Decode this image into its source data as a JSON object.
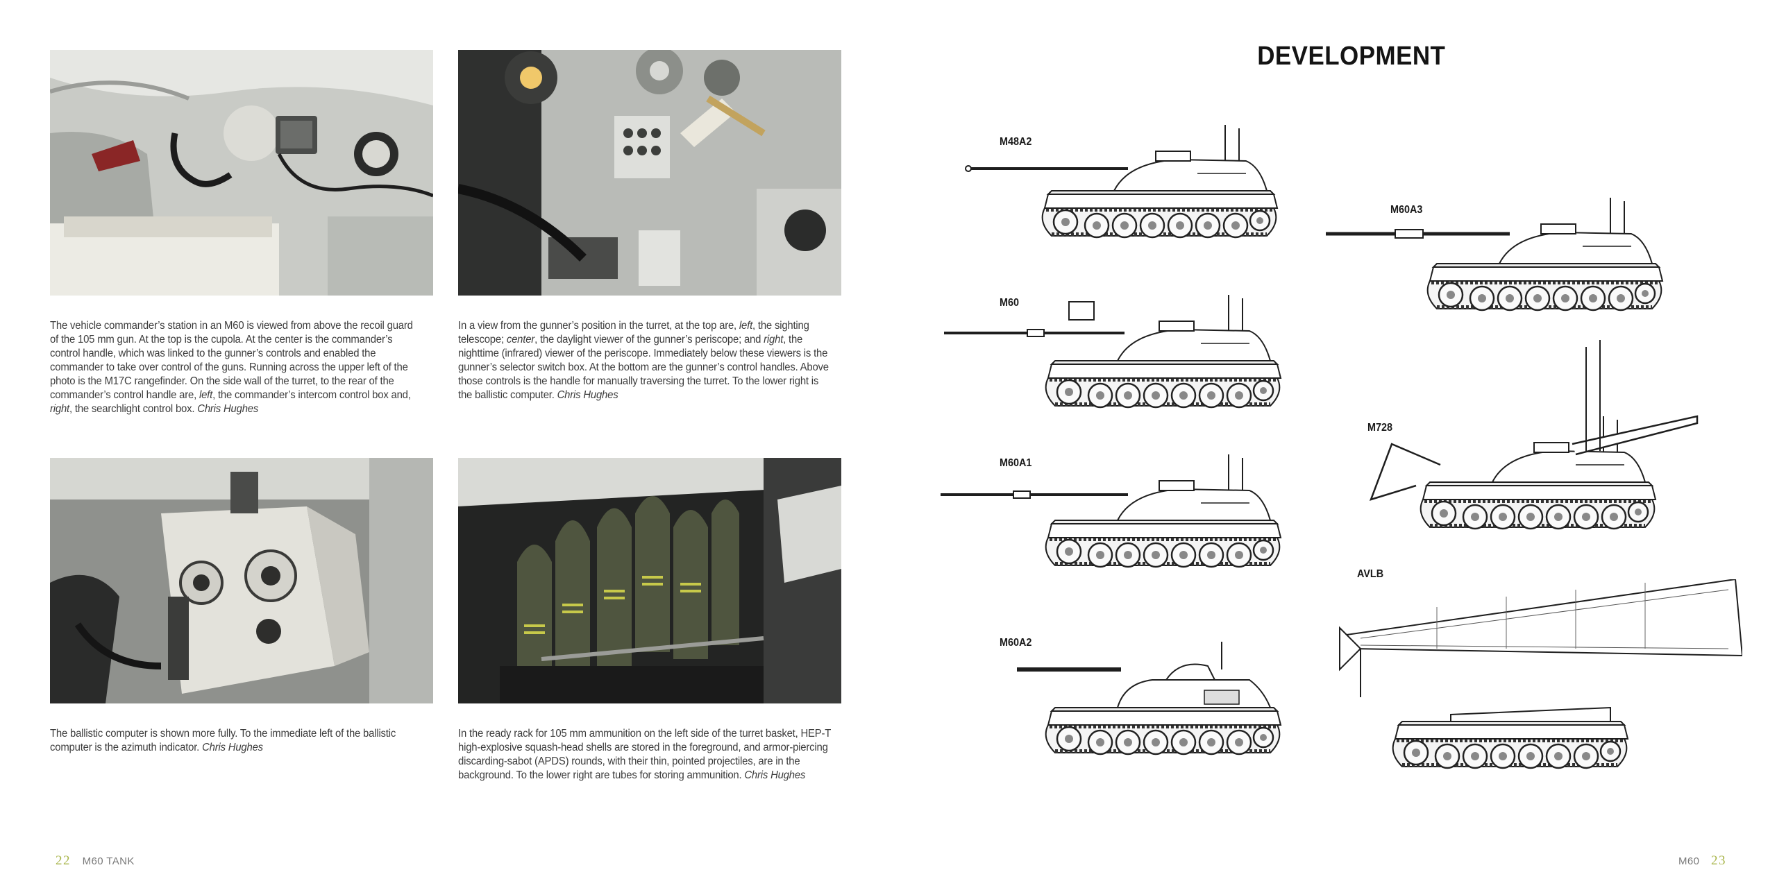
{
  "captions": {
    "c1": {
      "segments": [
        "The vehicle commander’s station in an M60 is viewed from above the recoil guard of the 105 mm gun. At the top is the cupola. At the center is the commander’s control handle, which was linked to the gunner’s controls and enabled the commander to take over control of the guns. Running across the upper left of the photo is the M17C rangefinder. On the side wall of the turret, to the rear of the commander’s control handle are, ",
        "left",
        ", the commander’s intercom control box and, ",
        "right",
        ", the searchlight control box. "
      ],
      "credit": "Chris Hughes"
    },
    "c2": {
      "segments": [
        "In a view from the gunner’s position in the turret, at the top are, ",
        "left",
        ", the sighting telescope; ",
        "center",
        ", the daylight viewer of the gunner’s periscope; and ",
        "right",
        ", the nighttime (infrared) viewer of the periscope. Immediately below these viewers is the gunner’s selector switch box. At the bottom are the gunner’s control handles. Above those controls is the handle for manually traversing the turret. To the lower right is the ballistic computer. "
      ],
      "credit": "Chris Hughes"
    },
    "c3": {
      "text": "The ballistic computer is shown more fully. To the immediate left of the ballistic computer is the azimuth indicator. ",
      "credit": "Chris Hughes"
    },
    "c4": {
      "text": "In the ready rack for 105 mm ammunition on the left side of the turret basket, HEP-T high-explosive squash-head shells are stored in the foreground, and armor-piercing discarding-sabot (APDS) rounds, with their thin, pointed projectiles, are in the background. To the lower right are tubes for storing ammunition. ",
      "credit": "Chris Hughes"
    }
  },
  "right_page": {
    "title": "DEVELOPMENT",
    "labels": {
      "m48a2": "M48A2",
      "m60": "M60",
      "m60a1": "M60A1",
      "m60a2": "M60A2",
      "m60a3": "M60A3",
      "m728": "M728",
      "avlb": "AVLB"
    }
  },
  "footer": {
    "left_number": "22",
    "left_text": "M60 TANK",
    "right_text": "M60",
    "right_number": "23"
  }
}
